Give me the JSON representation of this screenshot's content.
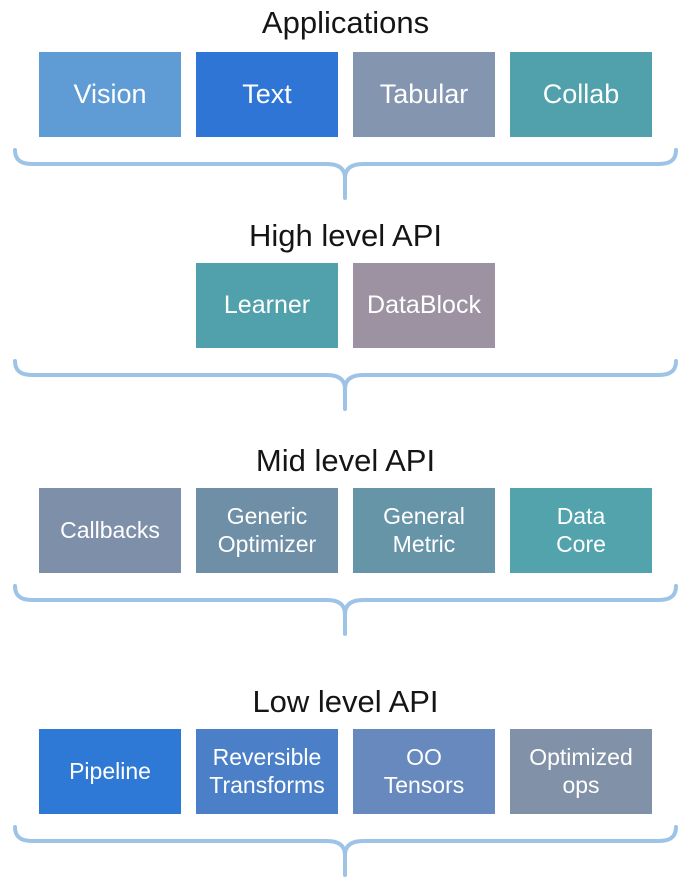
{
  "colors": {
    "brace": "#9DC3E6",
    "background": "#FFFFFF",
    "title_text": "#151515",
    "box_text": "#FFFFFF"
  },
  "sections": [
    {
      "title": "Applications",
      "boxes": [
        {
          "label": "Vision",
          "color": "#5F9CD6"
        },
        {
          "label": "Text",
          "color": "#2E75D6"
        },
        {
          "label": "Tabular",
          "color": "#8495AF"
        },
        {
          "label": "Collab",
          "color": "#50A1AB"
        }
      ]
    },
    {
      "title": "High level API",
      "boxes": [
        {
          "label": "Learner",
          "color": "#50A1AB"
        },
        {
          "label": "DataBlock",
          "color": "#9C92A2"
        }
      ]
    },
    {
      "title": "Mid level API",
      "boxes": [
        {
          "label": "Callbacks",
          "color": "#7E8FA9"
        },
        {
          "label": "Generic\nOptimizer",
          "color": "#6F8FA6"
        },
        {
          "label": "General\nMetric",
          "color": "#6795A8"
        },
        {
          "label": "Data\nCore",
          "color": "#53A3AD"
        }
      ]
    },
    {
      "title": "Low level API",
      "boxes": [
        {
          "label": "Pipeline",
          "color": "#2E79D6"
        },
        {
          "label": "Reversible\nTransforms",
          "color": "#4B80C8"
        },
        {
          "label": "OO\nTensors",
          "color": "#6789BE"
        },
        {
          "label": "Optimized\nops",
          "color": "#8191A8"
        }
      ]
    }
  ]
}
